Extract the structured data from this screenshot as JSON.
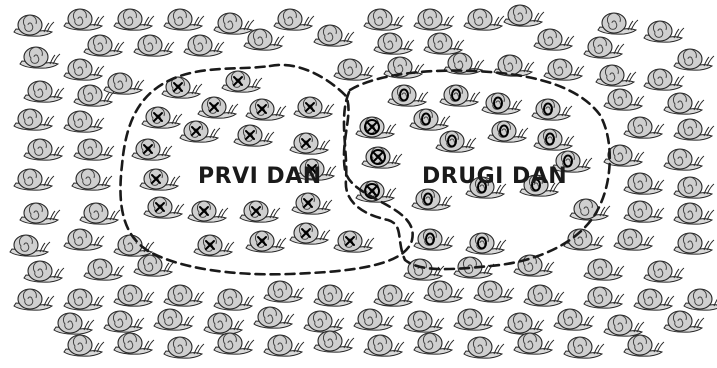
{
  "labels": {
    "day_one": "PRVI DAN",
    "day_two": "DRUGI DAN"
  },
  "marks": {
    "day_one": "X",
    "day_two": "O",
    "both_days": "⊗"
  },
  "colors": {
    "ink": "#1a1a1a",
    "shell": "#cfcfcf",
    "background": "#ffffff"
  }
}
